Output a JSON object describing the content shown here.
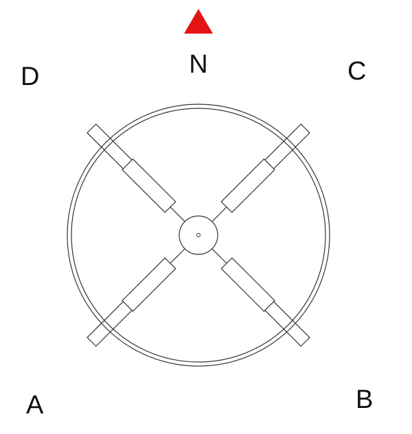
{
  "labels": {
    "north": "N",
    "a": "A",
    "b": "B",
    "c": "C",
    "d": "D"
  },
  "colors": {
    "north_marker": "#e41414",
    "line": "#333333",
    "text": "#111111",
    "background": "#ffffff"
  },
  "icons": {
    "north_marker": "north-arrow-triangle"
  }
}
